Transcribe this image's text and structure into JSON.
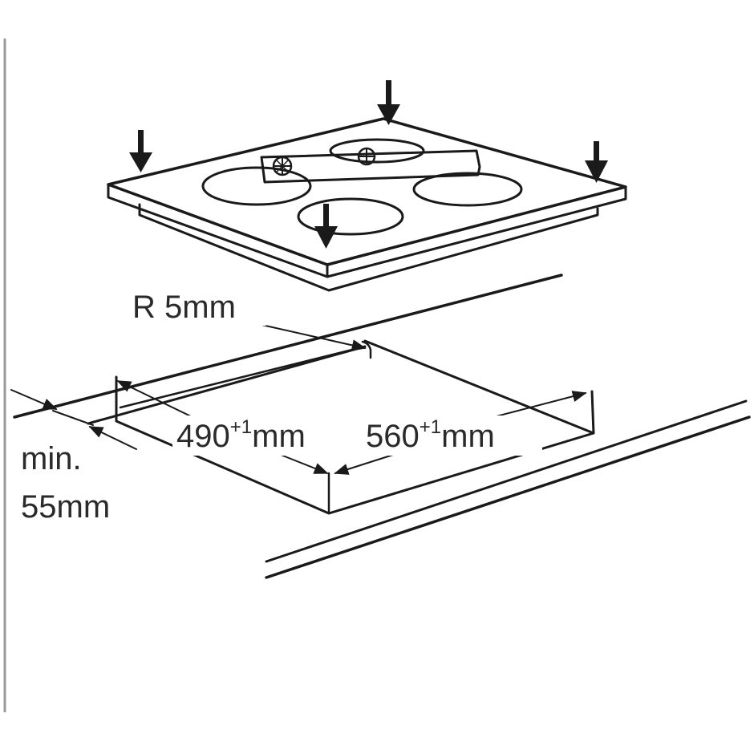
{
  "labels": {
    "radius": "R 5mm",
    "depth_value": "490",
    "depth_tolerance": "+1",
    "depth_unit": "mm",
    "width_value": "560",
    "width_tolerance": "+1",
    "width_unit": "mm",
    "min_line1": "min.",
    "min_line2": "55mm"
  },
  "icons": {
    "press_arrow": "arrow-down-icon",
    "spirit_level": "spirit-level-icon"
  },
  "colors": {
    "line": "#1a1a1a",
    "text": "#2a2a2a",
    "background": "#ffffff"
  }
}
